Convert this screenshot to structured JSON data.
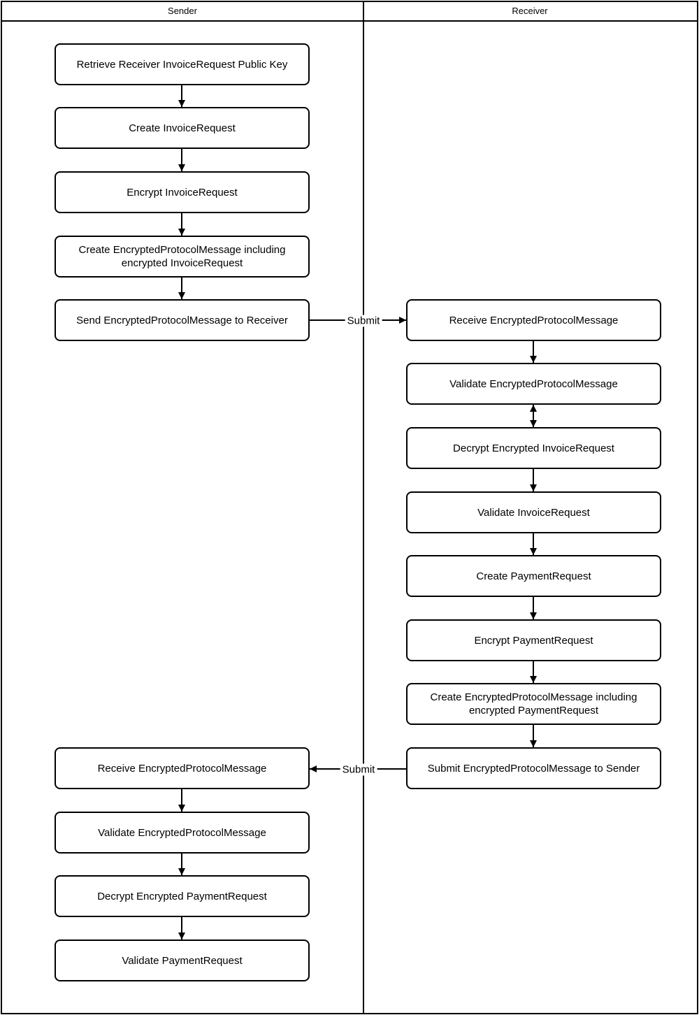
{
  "colors": {
    "stroke": "#000000",
    "background": "#ffffff",
    "text": "#000000"
  },
  "lanes": [
    {
      "label": "Sender"
    },
    {
      "label": "Receiver"
    }
  ],
  "nodes": {
    "s1": {
      "lane": "Sender",
      "label": "Retrieve Receiver InvoiceRequest Public Key"
    },
    "s2": {
      "lane": "Sender",
      "label": "Create InvoiceRequest"
    },
    "s3": {
      "lane": "Sender",
      "label": "Encrypt InvoiceRequest"
    },
    "s4": {
      "lane": "Sender",
      "label": "Create EncryptedProtocolMessage including encrypted InvoiceRequest"
    },
    "s5": {
      "lane": "Sender",
      "label": "Send EncryptedProtocolMessage to Receiver"
    },
    "s6": {
      "lane": "Sender",
      "label": "Receive EncryptedProtocolMessage"
    },
    "s7": {
      "lane": "Sender",
      "label": "Validate EncryptedProtocolMessage"
    },
    "s8": {
      "lane": "Sender",
      "label": "Decrypt Encrypted PaymentRequest"
    },
    "s9": {
      "lane": "Sender",
      "label": "Validate PaymentRequest"
    },
    "r1": {
      "lane": "Receiver",
      "label": "Receive EncryptedProtocolMessage"
    },
    "r2": {
      "lane": "Receiver",
      "label": "Validate EncryptedProtocolMessage"
    },
    "r3": {
      "lane": "Receiver",
      "label": "Decrypt Encrypted InvoiceRequest"
    },
    "r4": {
      "lane": "Receiver",
      "label": "Validate InvoiceRequest"
    },
    "r5": {
      "lane": "Receiver",
      "label": "Create PaymentRequest"
    },
    "r6": {
      "lane": "Receiver",
      "label": "Encrypt PaymentRequest"
    },
    "r7": {
      "lane": "Receiver",
      "label": "Create EncryptedProtocolMessage including encrypted PaymentRequest"
    },
    "r8": {
      "lane": "Receiver",
      "label": "Submit EncryptedProtocolMessage to Sender"
    }
  },
  "edges": [
    {
      "from": "s1",
      "to": "s2",
      "type": "arrow"
    },
    {
      "from": "s2",
      "to": "s3",
      "type": "arrow"
    },
    {
      "from": "s3",
      "to": "s4",
      "type": "arrow"
    },
    {
      "from": "s4",
      "to": "s5",
      "type": "arrow"
    },
    {
      "from": "s5",
      "to": "r1",
      "type": "arrow",
      "label": "Submit"
    },
    {
      "from": "r1",
      "to": "r2",
      "type": "arrow"
    },
    {
      "from": "r2",
      "to": "r3",
      "type": "double-arrow"
    },
    {
      "from": "r3",
      "to": "r4",
      "type": "arrow"
    },
    {
      "from": "r4",
      "to": "r5",
      "type": "arrow"
    },
    {
      "from": "r5",
      "to": "r6",
      "type": "arrow"
    },
    {
      "from": "r6",
      "to": "r7",
      "type": "arrow"
    },
    {
      "from": "r7",
      "to": "r8",
      "type": "arrow"
    },
    {
      "from": "r8",
      "to": "s6",
      "type": "arrow",
      "label": "Submit"
    },
    {
      "from": "s6",
      "to": "s7",
      "type": "arrow"
    },
    {
      "from": "s7",
      "to": "s8",
      "type": "arrow"
    },
    {
      "from": "s8",
      "to": "s9",
      "type": "arrow"
    }
  ],
  "edge_labels": {
    "submit_to_receiver": "Submit",
    "submit_to_sender": "Submit"
  }
}
